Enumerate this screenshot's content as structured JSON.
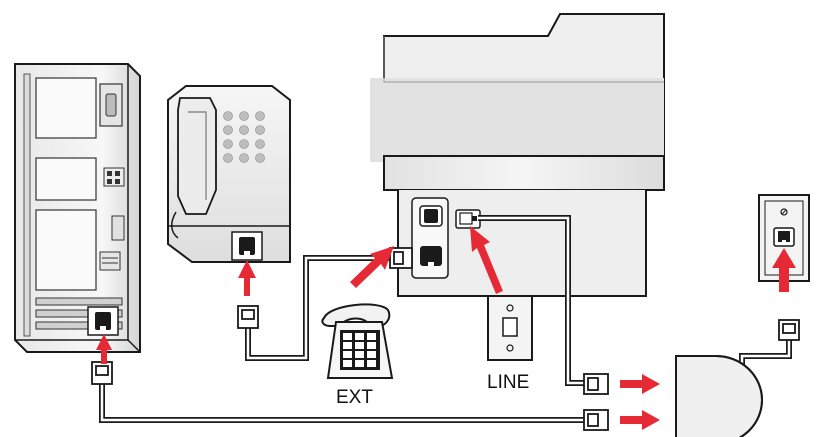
{
  "labels": {
    "ext": "EXT",
    "line": "LINE"
  },
  "icons": {
    "computer": "computer-tower",
    "fax_machine": "fax-machine",
    "printer": "multifunction-printer",
    "phone": "desk-telephone",
    "wall_jack": "wall-phone-jack",
    "line_jack": "line-wall-jack",
    "splitter": "phone-line-splitter",
    "plug": "rj11-plug",
    "arrow": "red-arrow"
  },
  "colors": {
    "arrow": "#e52a35",
    "outline": "#1a1a1a",
    "device_fill": "#f2f2f2",
    "device_shade": "#d9d9d9"
  }
}
